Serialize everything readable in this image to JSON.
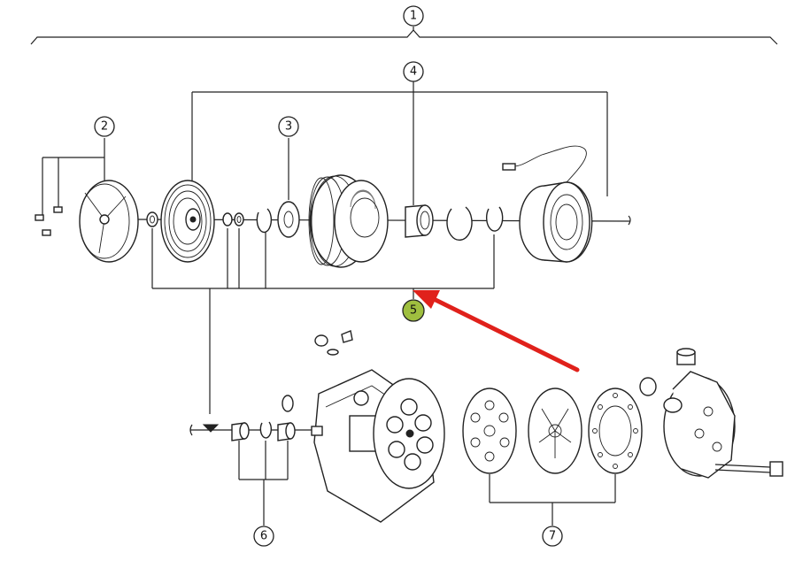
{
  "callouts": [
    {
      "id": "1",
      "label": "1"
    },
    {
      "id": "2",
      "label": "2"
    },
    {
      "id": "3",
      "label": "3"
    },
    {
      "id": "4",
      "label": "4"
    },
    {
      "id": "5",
      "label": "5"
    },
    {
      "id": "6",
      "label": "6"
    },
    {
      "id": "7",
      "label": "7"
    }
  ],
  "colors": {
    "line": "#222222",
    "highlight_callout": "#9fbf3f",
    "arrow": "#e0211b"
  },
  "icons": [
    "red-pointer-arrow"
  ]
}
